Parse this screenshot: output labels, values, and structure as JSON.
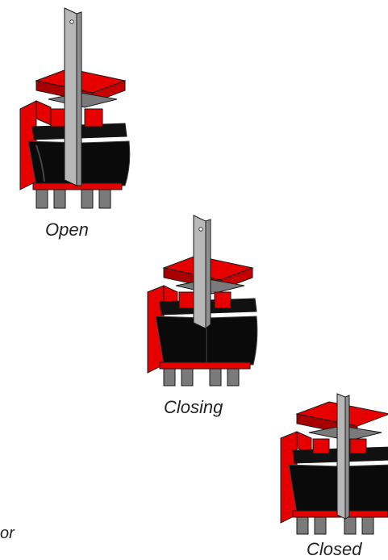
{
  "colors": {
    "body": "#e60000",
    "body_dark": "#a80000",
    "metal": "#7a7a7a",
    "metal_light": "#b8b8b8",
    "liner": "#0a0a0a",
    "liner_top": "#2a2a2a",
    "outline": "#1a1a1a"
  },
  "states": [
    {
      "label": "Open",
      "disc_state": "open"
    },
    {
      "label": "Closing",
      "disc_state": "closing"
    },
    {
      "label": "Closed",
      "disc_state": "closed"
    }
  ],
  "partial_text": {
    "line1": "or"
  }
}
